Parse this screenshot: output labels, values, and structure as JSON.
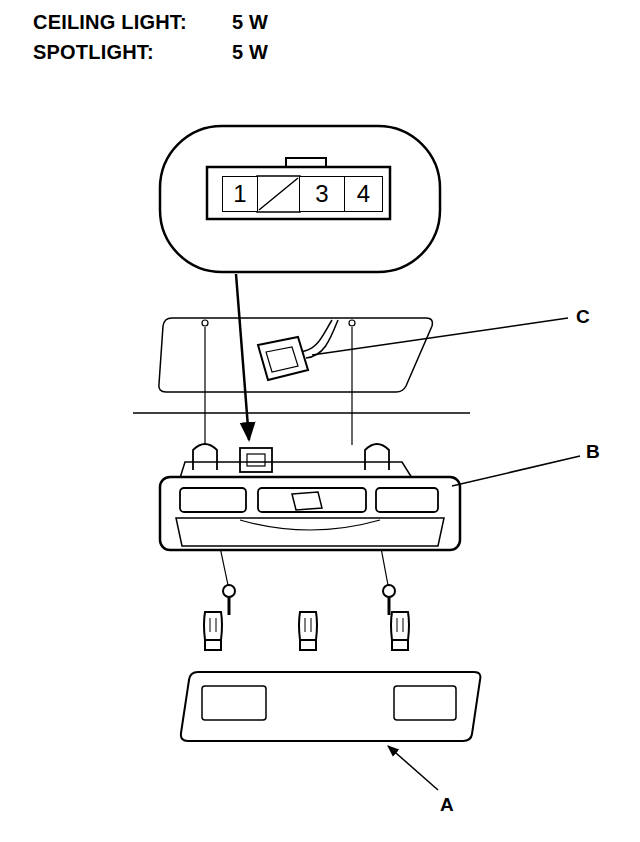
{
  "diagram": {
    "nodes": [
      {
        "text": [
          "1"
        ]
      },
      {
        "text": [
          "3"
        ]
      },
      {
        "text": [
          "4"
        ]
      }
    ],
    "labels": [
      "CEILING LIGHT:",
      "5 W",
      "SPOTLIGHT:",
      "5 W",
      "C",
      "B",
      "A"
    ]
  }
}
